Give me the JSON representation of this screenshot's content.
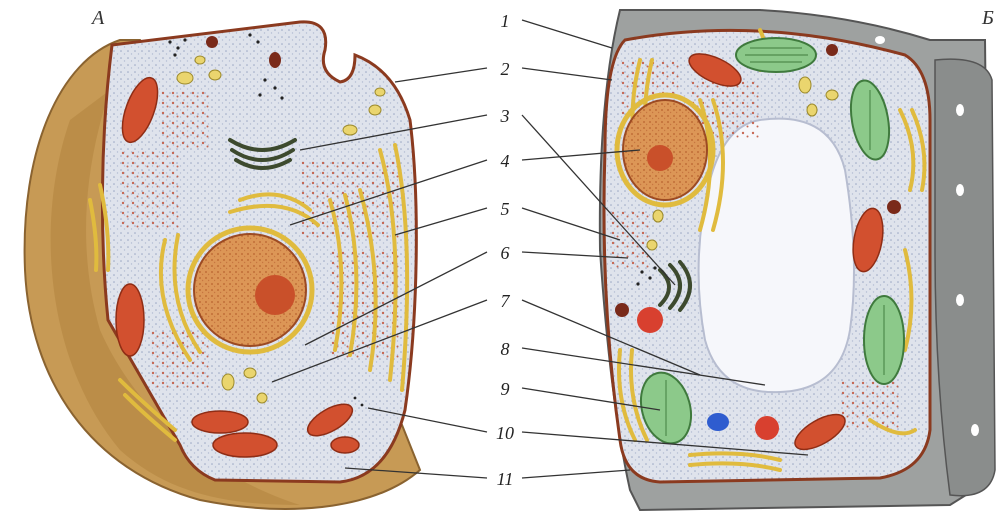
{
  "figure": {
    "panel_left_letter": "А",
    "panel_right_letter": "Б",
    "callouts": [
      "1",
      "2",
      "3",
      "4",
      "5",
      "6",
      "7",
      "8",
      "9",
      "10",
      "11"
    ]
  },
  "colors": {
    "animal_shell": "#c79a55",
    "cytoplasm": "#dfe3ec",
    "membrane": "#8b3a1f",
    "nucleus": "#d98a4a",
    "nucleolus": "#c9502a",
    "mitochondria": "#d2502f",
    "chloroplast": "#8cc98a",
    "er_yellow": "#e0bb3e",
    "golgi": "#3d4a2e",
    "cell_wall": "#8f9291",
    "vacuole": "#f6f7fb"
  }
}
